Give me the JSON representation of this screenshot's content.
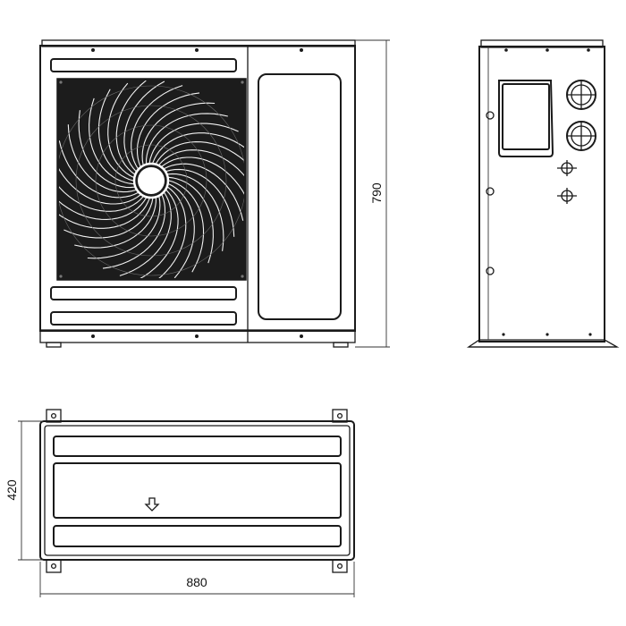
{
  "dimensions": {
    "height": "790",
    "depth": "420",
    "width": "880"
  },
  "colors": {
    "line": "#1a1a1a",
    "fan_fill": "#1c1c1c",
    "background": "#ffffff"
  },
  "icons": {
    "fan": "fan-grille-icon",
    "arrow": "airflow-arrow-icon",
    "port": "pipe-connection-icon"
  }
}
